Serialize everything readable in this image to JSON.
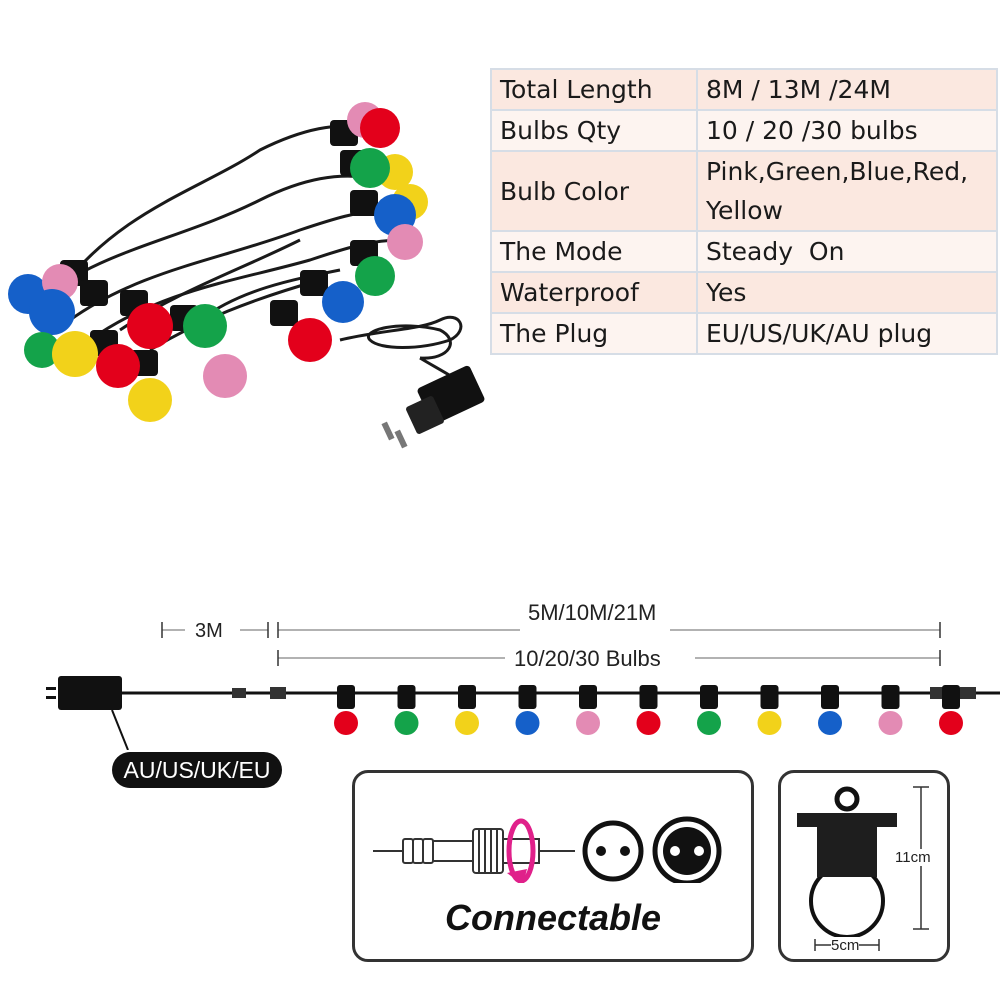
{
  "specs": [
    {
      "label": "Total Length",
      "value": "8M / 13M /24M"
    },
    {
      "label": "Bulbs Qty",
      "value": "10 / 20 /30 bulbs"
    },
    {
      "label": "Bulb Color",
      "value": "Pink,Green,Blue,Red,\nYellow"
    },
    {
      "label": "The Mode",
      "value": "Steady  On"
    },
    {
      "label": "Waterproof",
      "value": "Yes"
    },
    {
      "label": "The Plug",
      "value": "EU/US/UK/AU plug"
    }
  ],
  "diagram": {
    "lead_length": "3M",
    "string_length": "5M/10M/21M",
    "bulb_count": "10/20/30 Bulbs",
    "plug_types": "AU/US/UK/EU"
  },
  "connect": {
    "title": "Connectable"
  },
  "dimensions": {
    "height": "11cm",
    "width": "5cm"
  },
  "colors": {
    "red": "#e3001b",
    "green": "#14a34a",
    "yellow": "#f2d21a",
    "blue": "#1560c9",
    "pink": "#e38bb4",
    "cable": "#111111",
    "table_border": "#d6dde6",
    "magenta_arrow": "#e0208a"
  },
  "bulb_sequence": [
    "red",
    "green",
    "yellow",
    "blue",
    "pink",
    "red",
    "green",
    "yellow",
    "blue",
    "pink",
    "red"
  ]
}
